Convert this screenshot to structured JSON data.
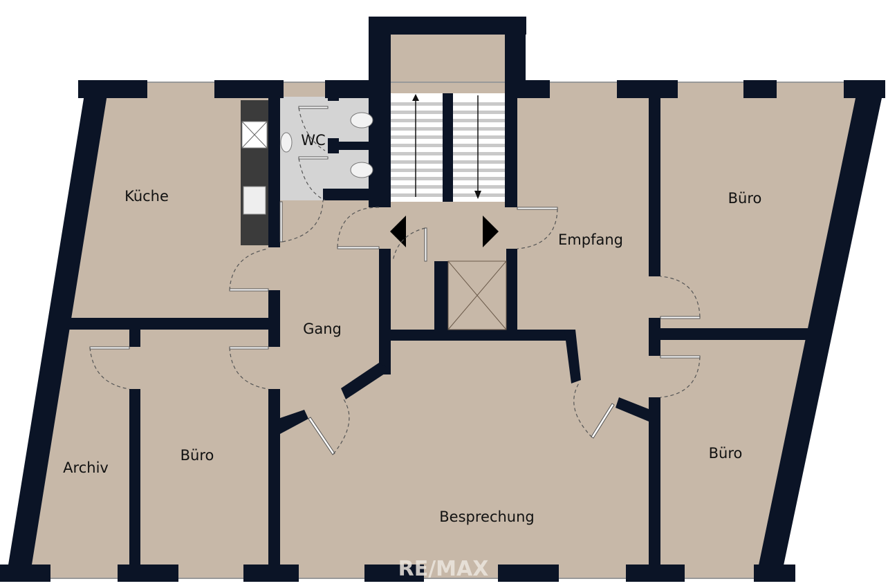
{
  "rooms": {
    "kueche": "Küche",
    "wc": "WC",
    "buero_top_right": "Büro",
    "empfang": "Empfang",
    "gang": "Gang",
    "archiv": "Archiv",
    "buero_bottom_left": "Büro",
    "buero_bottom_right": "Büro",
    "besprechung": "Besprechung"
  },
  "logo": "RE/MAX",
  "colors": {
    "floor": "#c7b8a8",
    "wall": "#0b1426",
    "wc_floor": "#d4d4d4",
    "counter": "#3b3b3b"
  },
  "icons": [
    "stair-up-arrow",
    "stair-down-arrow",
    "elevator-shaft",
    "toilet",
    "sink",
    "stove",
    "entrance-arrows"
  ]
}
